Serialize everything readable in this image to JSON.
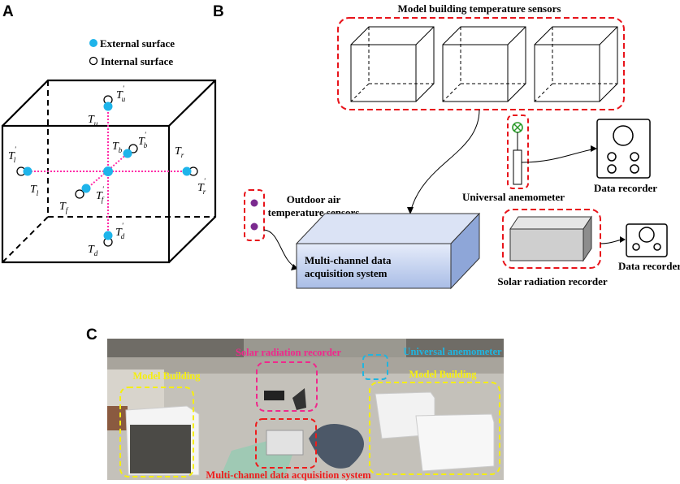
{
  "panels": {
    "a": "A",
    "b": "B",
    "c": "C"
  },
  "panel_a": {
    "legend": {
      "external": "External surface",
      "internal": "Internal surface"
    },
    "point_labels": [
      {
        "id": "u",
        "base": "T",
        "sub": "u",
        "prime": false
      },
      {
        "id": "u-int",
        "base": "T",
        "sub": "u",
        "prime": true
      },
      {
        "id": "d",
        "base": "T",
        "sub": "d",
        "prime": false
      },
      {
        "id": "d-int",
        "base": "T",
        "sub": "d",
        "prime": true
      },
      {
        "id": "l",
        "base": "T",
        "sub": "l",
        "prime": false
      },
      {
        "id": "l-int",
        "base": "T",
        "sub": "l",
        "prime": true
      },
      {
        "id": "r",
        "base": "T",
        "sub": "r",
        "prime": false
      },
      {
        "id": "r-int",
        "base": "T",
        "sub": "r",
        "prime": true
      },
      {
        "id": "b",
        "base": "T",
        "sub": "b",
        "prime": false
      },
      {
        "id": "b-int",
        "base": "T",
        "sub": "b",
        "prime": true
      },
      {
        "id": "f",
        "base": "T",
        "sub": "f",
        "prime": false
      },
      {
        "id": "f-int",
        "base": "T",
        "sub": "f",
        "prime": true
      }
    ],
    "colors": {
      "external": "#1eb4ea",
      "line": "#ff2ca8"
    }
  },
  "panel_b": {
    "model_sensors": "Model building temperature sensors",
    "outdoor_line1": "Outdoor air",
    "outdoor_line2": "temperature sensors",
    "daq_line1": "Multi-channel data",
    "daq_line2": "acquisition system",
    "anemometer": "Universal anemometer",
    "recorder1": "Data recorder",
    "recorder2": "Data recorder",
    "solar": "Solar radiation recorder",
    "colors": {
      "dash": "#e8141b",
      "daq": "#c5d3ef",
      "sensor": "#7b2a8f"
    }
  },
  "panel_c": {
    "solar": "Solar radiation recorder",
    "anemometer": "Universal anemometer",
    "model_left": "Model Building",
    "model_right": "Model Building",
    "daq": "Multi-channel data acquisition system",
    "colors": {
      "yellow": "#f5ee10",
      "pink": "#f0288c",
      "cyan": "#20b5e0",
      "red": "#ee1c1c"
    }
  }
}
